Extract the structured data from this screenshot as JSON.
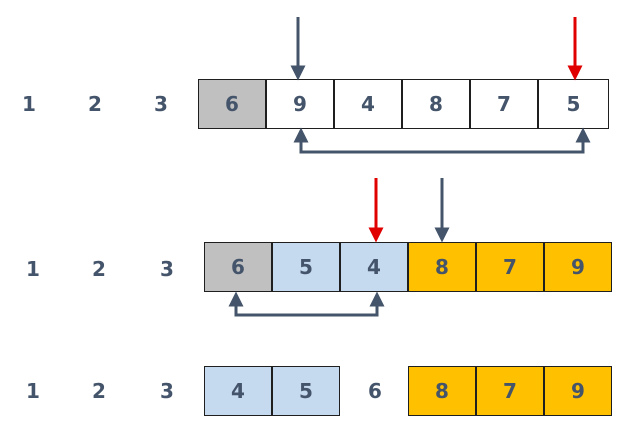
{
  "colors": {
    "text": "#44546a",
    "pivot": "#c0c0c0",
    "left_partition": "#c5d9ef",
    "right_partition": "#ffc000",
    "unsorted": "#ffffff",
    "arrow_dark": "#44546a",
    "arrow_red": "#e00000",
    "border": "#1f1f1f"
  },
  "rows": [
    {
      "prefix": [
        "1",
        "2",
        "3"
      ],
      "cells": [
        {
          "value": "6",
          "role": "pivot"
        },
        {
          "value": "9",
          "role": "unsorted"
        },
        {
          "value": "4",
          "role": "unsorted"
        },
        {
          "value": "8",
          "role": "unsorted"
        },
        {
          "value": "7",
          "role": "unsorted"
        },
        {
          "value": "5",
          "role": "unsorted"
        }
      ]
    },
    {
      "prefix": [
        "1",
        "2",
        "3"
      ],
      "cells": [
        {
          "value": "6",
          "role": "pivot"
        },
        {
          "value": "5",
          "role": "left"
        },
        {
          "value": "4",
          "role": "left"
        },
        {
          "value": "8",
          "role": "right"
        },
        {
          "value": "7",
          "role": "right"
        },
        {
          "value": "9",
          "role": "right"
        }
      ]
    },
    {
      "prefix": [
        "1",
        "2",
        "3"
      ],
      "left_cells": [
        {
          "value": "4",
          "role": "left"
        },
        {
          "value": "5",
          "role": "left"
        }
      ],
      "pivot_value": "6",
      "right_cells": [
        {
          "value": "8",
          "role": "right"
        },
        {
          "value": "7",
          "role": "right"
        },
        {
          "value": "9",
          "role": "right"
        }
      ]
    }
  ]
}
